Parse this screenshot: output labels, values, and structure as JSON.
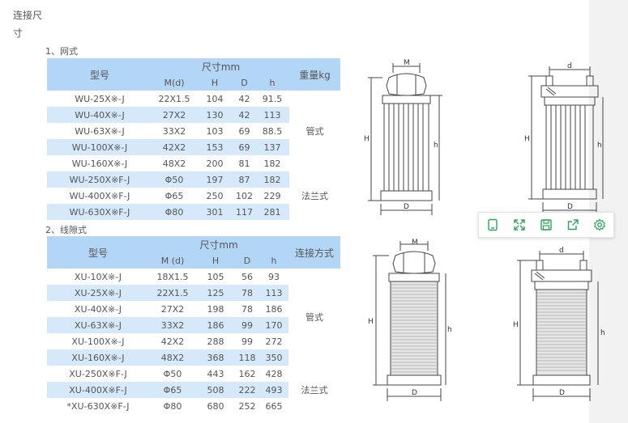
{
  "heading": "连接尺寸",
  "section1": {
    "title": "1、网式",
    "header": {
      "model": "型号",
      "size": "尺寸mm",
      "weight": "重量kg",
      "cols": [
        "M(d)",
        "H",
        "D",
        "h"
      ]
    },
    "rows": [
      [
        "WU-25X※-J",
        "22X1.5",
        "104",
        "42",
        "91.5"
      ],
      [
        "WU-40X※-J",
        "27X2",
        "130",
        "42",
        "113"
      ],
      [
        "WU-63X※-J",
        "33X2",
        "103",
        "69",
        "88.5"
      ],
      [
        "WU-100X※-J",
        "42X2",
        "153",
        "69",
        "137"
      ],
      [
        "WU-160X※-J",
        "48X2",
        "200",
        "81",
        "182"
      ],
      [
        "WU-250X※F-J",
        "Φ50",
        "197",
        "87",
        "182"
      ],
      [
        "WU-400X※F-J",
        "Φ65",
        "250",
        "102",
        "229"
      ],
      [
        "WU-630X※F-J",
        "Φ80",
        "301",
        "117",
        "281"
      ]
    ],
    "group_pipe": "管式",
    "group_flange": "法兰式"
  },
  "section2": {
    "title": "2、线隙式",
    "header": {
      "model": "型号",
      "size": "尺寸mm",
      "conn": "连接方式",
      "cols": [
        "M (d)",
        "H",
        "D",
        "h"
      ]
    },
    "rows": [
      [
        "XU-10X※-J",
        "18X1.5",
        "105",
        "56",
        "93"
      ],
      [
        "XU-25X※-J",
        "22X1.5",
        "125",
        "78",
        "113"
      ],
      [
        "XU-40X※-J",
        "27X2",
        "198",
        "78",
        "186"
      ],
      [
        "XU-63X※-J",
        "33X2",
        "186",
        "99",
        "170"
      ],
      [
        "XU-100X※-J",
        "42X2",
        "288",
        "99",
        "272"
      ],
      [
        "XU-160X※-J",
        "48X2",
        "368",
        "118",
        "350"
      ],
      [
        "XU-250X※F-J",
        "Φ50",
        "443",
        "162",
        "428"
      ],
      [
        "XU-400X※F-J",
        "Φ65",
        "508",
        "222",
        "493"
      ],
      [
        "*XU-630X※F-J",
        "Φ80",
        "680",
        "252",
        "665"
      ]
    ],
    "group_pipe": "管式",
    "group_flange": "法兰式"
  },
  "drawing_labels": {
    "M": "M",
    "d": "d",
    "H": "H",
    "h": "h",
    "D": "D"
  },
  "colors": {
    "header_bg": "#b3d6f7",
    "stripe_bg": "#d6e9fb",
    "toolbar_icon": "#2aa55a"
  },
  "toolbar": [
    "tablet-icon",
    "expand-icon",
    "save-icon",
    "share-icon",
    "settings-icon"
  ]
}
